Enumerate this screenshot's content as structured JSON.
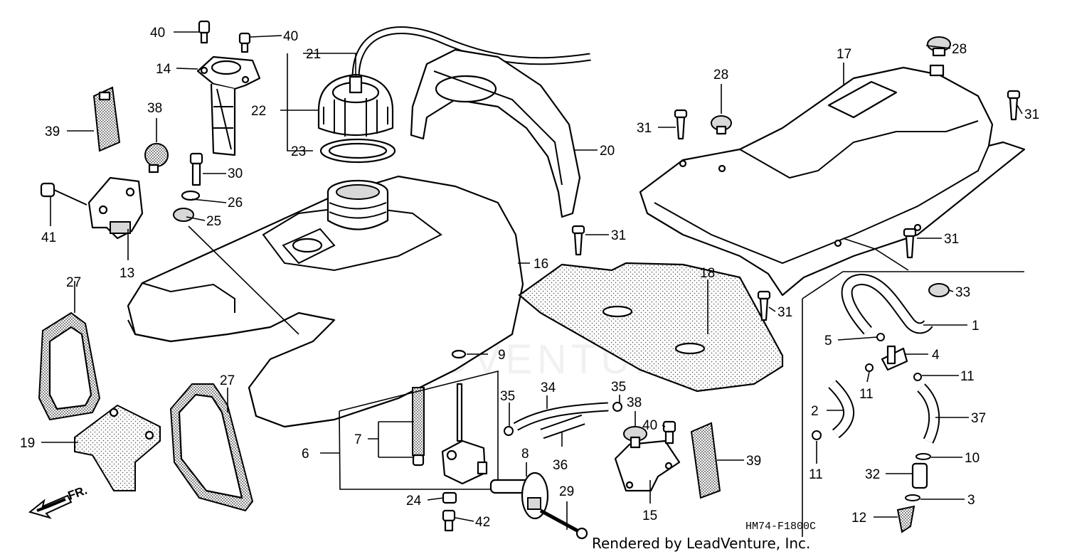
{
  "diagram": {
    "part_code": "HM74-F1800C",
    "credit": "Rendered by LeadVenture, Inc.",
    "direction_label": "FR.",
    "watermark": "LEADVENTURE",
    "callouts": [
      "1",
      "2",
      "3",
      "4",
      "5",
      "6",
      "7",
      "8",
      "9",
      "10",
      "11",
      "12",
      "13",
      "14",
      "15",
      "16",
      "17",
      "18",
      "19",
      "20",
      "21",
      "22",
      "23",
      "24",
      "25",
      "26",
      "27",
      "28",
      "29",
      "30",
      "31",
      "32",
      "33",
      "34",
      "35",
      "36",
      "37",
      "38",
      "39",
      "40",
      "41",
      "42"
    ]
  }
}
